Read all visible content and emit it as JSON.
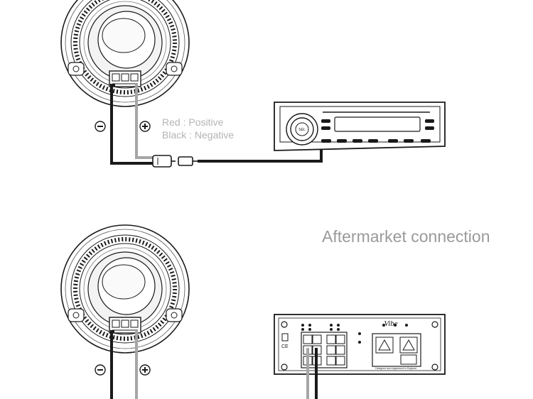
{
  "legend": {
    "red": "Red : Positive",
    "black": "Black : Negative"
  },
  "heading": "Aftermarket connection",
  "head_unit": {
    "button_label": "SEL"
  },
  "amplifier": {
    "brand": "Vibe",
    "tagline": "Designed and engineered in England"
  },
  "terminals": {
    "negative_symbol": "−",
    "positive_symbol": "+"
  },
  "colors": {
    "wire_positive": "#a6a6a6",
    "wire_negative": "#1a1a1a",
    "line": "#1a1a1a"
  }
}
